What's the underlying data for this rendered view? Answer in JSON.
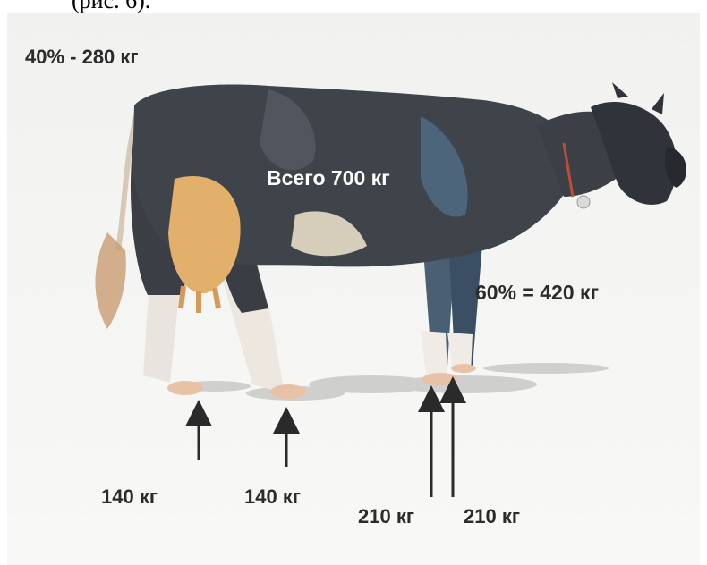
{
  "caption": {
    "partial_text": "(рис. 6)."
  },
  "labels": {
    "rear_load": "40% - 280 кг",
    "total_weight": "Всего 700 кг",
    "front_load": "60% = 420 кг",
    "legs": [
      {
        "load": "140 кг"
      },
      {
        "load": "140 кг"
      },
      {
        "load": "210 кг"
      },
      {
        "load": "210 кг"
      }
    ]
  },
  "colors": {
    "body_dark": "#3f434a",
    "udder": "#e3b06b",
    "arrow": "#2a2a2a",
    "label_text": "#2b2b2b",
    "label_on_body": "#ffffff"
  }
}
